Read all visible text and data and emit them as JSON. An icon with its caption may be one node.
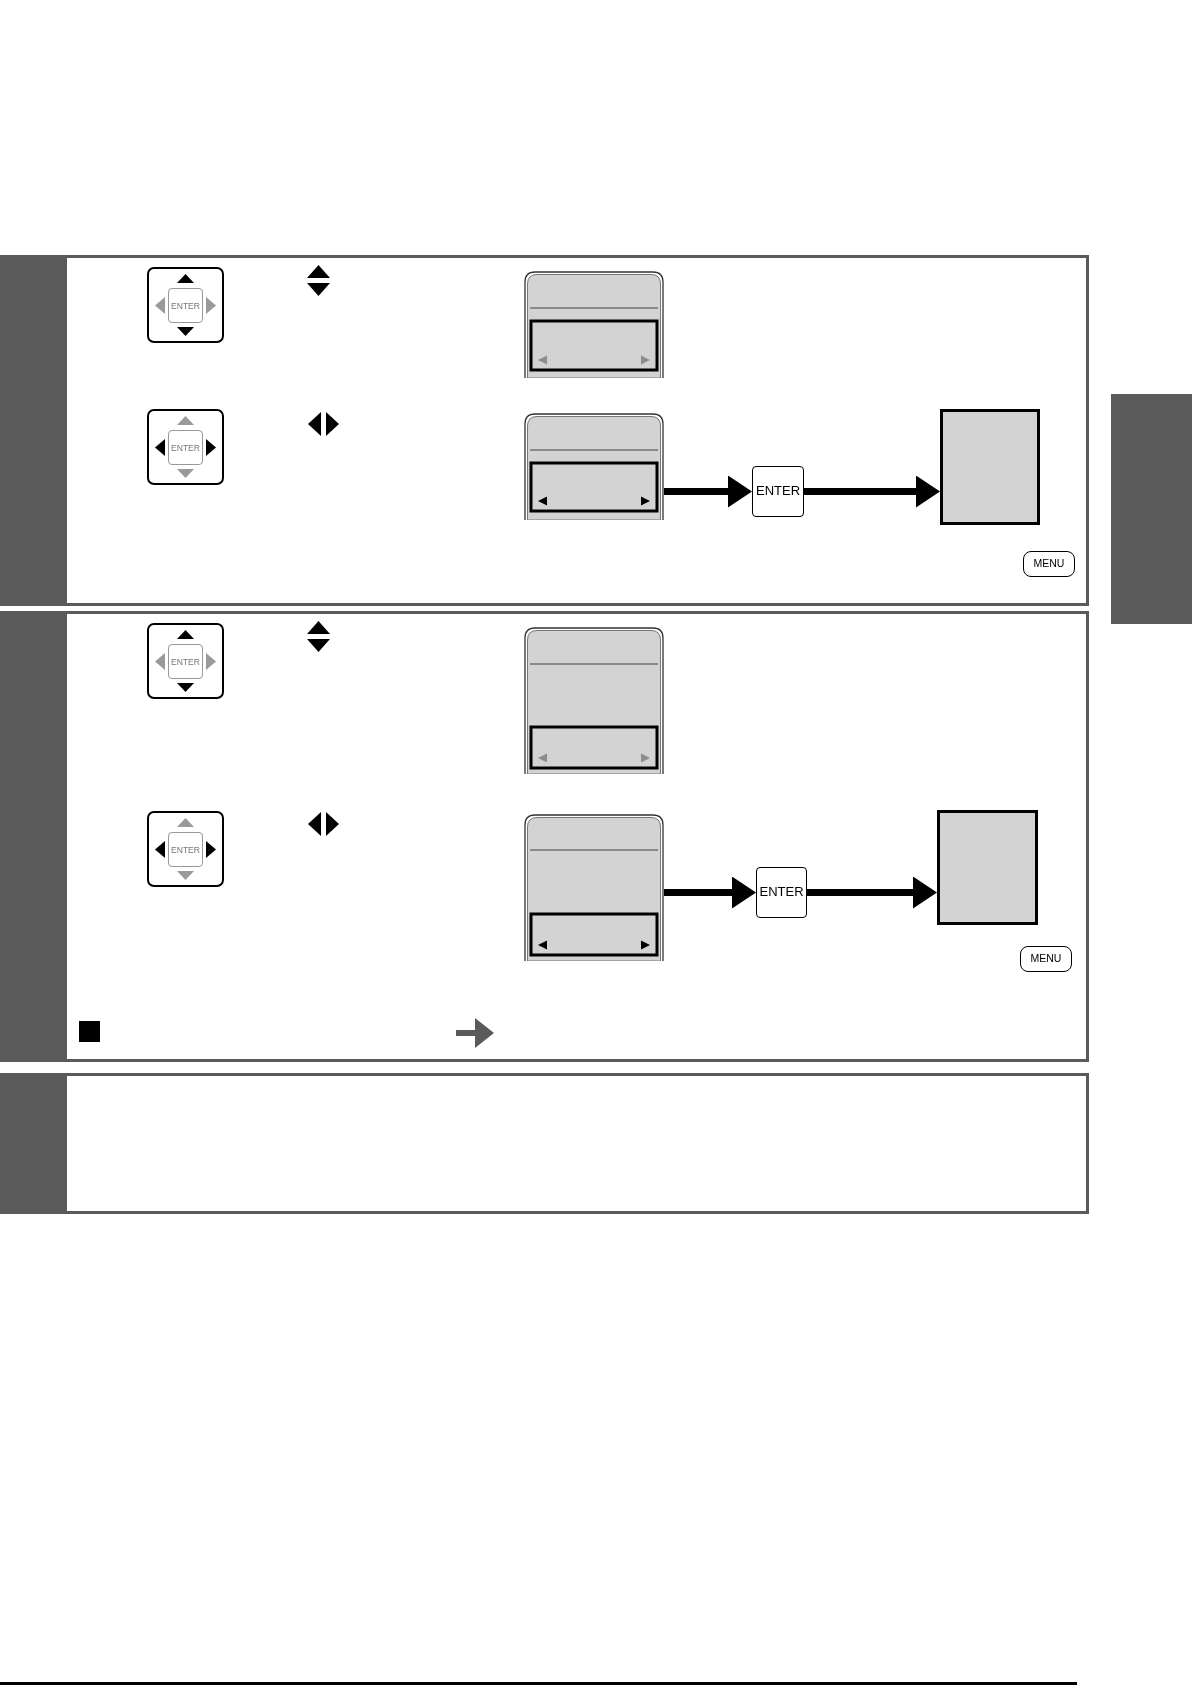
{
  "diagram": {
    "nodes": [
      {
        "text": [],
        "shape": "box"
      },
      {
        "text": [
          "ENTER"
        ],
        "in": 0
      },
      {
        "text": [],
        "shape": "picture",
        "in": 0
      },
      {
        "text": [
          "ENTER"
        ],
        "in": 0
      },
      {
        "text": [],
        "shape": "picture",
        "in": 0
      },
      {
        "text": [
          "ENTER"
        ],
        "in": 0
      },
      {
        "text": [],
        "shape": "box",
        "in": 0
      },
      {
        "text": [
          "MENU"
        ],
        "in": 0
      },
      {
        "text": [],
        "shape": "box"
      },
      {
        "text": [
          "ENTER"
        ],
        "in": 8
      },
      {
        "text": [],
        "shape": "picture",
        "in": 8
      },
      {
        "text": [
          "ENTER"
        ],
        "in": 8
      },
      {
        "text": [],
        "shape": "picture",
        "in": 8
      },
      {
        "text": [
          "ENTER"
        ],
        "in": 8
      },
      {
        "text": [],
        "shape": "box",
        "in": 8
      },
      {
        "text": [
          "MENU"
        ],
        "in": 8
      },
      {
        "text": [],
        "shape": "box"
      },
      {
        "text": [],
        "shape": "box"
      }
    ],
    "edges": [
      {
        "from": 4,
        "to": 5,
        "arrow": "to"
      },
      {
        "from": 5,
        "to": 6,
        "arrow": "to"
      },
      {
        "from": 12,
        "to": 13,
        "arrow": "to"
      },
      {
        "from": 13,
        "to": 14,
        "arrow": "to"
      }
    ]
  }
}
